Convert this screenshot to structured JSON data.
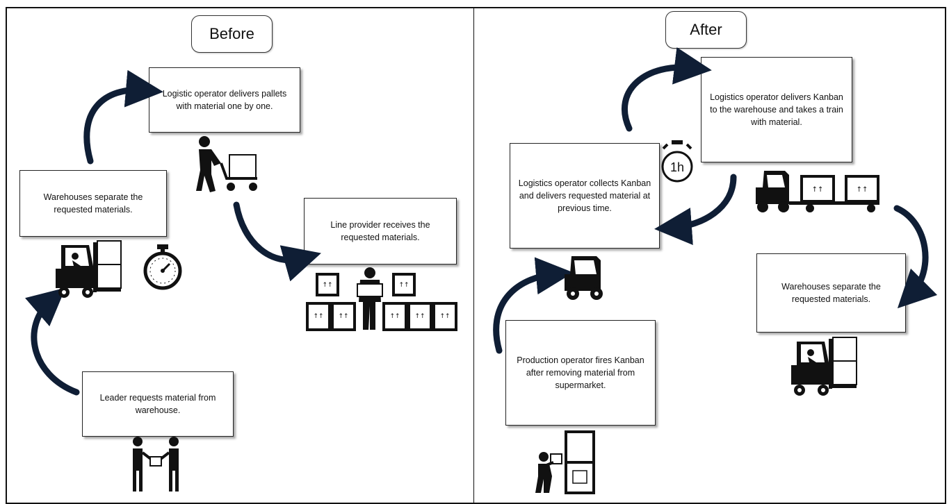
{
  "before": {
    "title": "Before",
    "steps": [
      {
        "id": "deliver",
        "text": "Logistic operator delivers pallets with material one by one."
      },
      {
        "id": "receive",
        "text": "Line provider receives the requested materials."
      },
      {
        "id": "separate",
        "text": "Warehouses separate the requested materials."
      },
      {
        "id": "request",
        "text": "Leader requests material from warehouse."
      }
    ]
  },
  "after": {
    "title": "After",
    "timer_label": "1h",
    "steps": [
      {
        "id": "kanban-deliver",
        "text": "Logistics operator delivers Kanban to the warehouse and takes a train with material."
      },
      {
        "id": "collect",
        "text": "Logistics operator collects Kanban and delivers requested material at previous time."
      },
      {
        "id": "separate",
        "text": "Warehouses separate the requested materials."
      },
      {
        "id": "fire",
        "text": "Production operator fires Kanban after removing material from supermarket."
      }
    ]
  },
  "icons": [
    "forklift-icon",
    "stopwatch-icon",
    "person-pushing-cart-icon",
    "worker-with-boxes-icon",
    "people-handing-package-icon",
    "tugger-cart-icon",
    "tugger-train-icon",
    "person-at-shelf-icon"
  ],
  "colors": {
    "arrow": "#0f1e35",
    "border": "#111111"
  }
}
